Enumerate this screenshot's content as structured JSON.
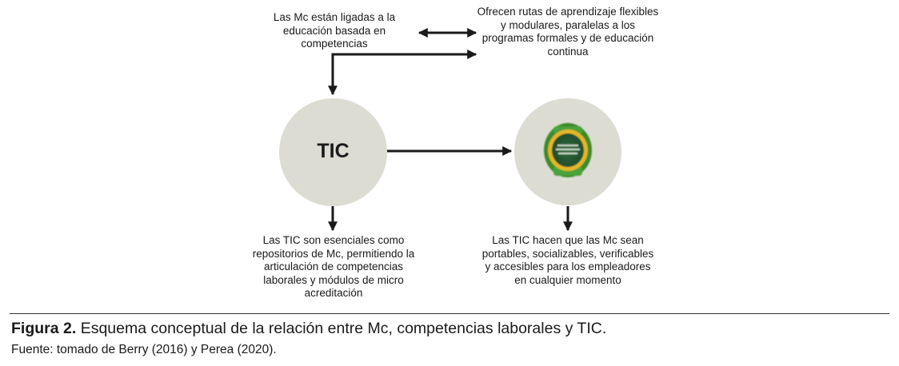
{
  "diagram": {
    "nodes": {
      "left_top": "Las Mc están ligadas a la educación basada en competencias",
      "right_top": "Ofrecen rutas de aprendizaje flexibles y modulares, paralelas a los programas formales y de educación continua",
      "center": "TIC",
      "left_bottom": "Las TIC son esenciales como repositorios de Mc, permitiendo la articulación de competencias laborales y módulos de micro acreditación",
      "right_bottom": "Las TIC hacen que las Mc sean portables, socializables, verificables y accesibles para los empleadores en cualquier momento"
    },
    "colors": {
      "circle": "#dcdcd3",
      "badge_outer": "#3d8a2c",
      "badge_ring": "#e3b62a",
      "text": "#1a1a1a"
    },
    "badge_icon": "micro-credential-badge-icon"
  },
  "caption": {
    "label": "Figura 2.",
    "text": " Esquema conceptual de la relación entre Mc, competencias laborales y TIC.",
    "source": "Fuente: tomado de Berry (2016) y Perea (2020)."
  }
}
